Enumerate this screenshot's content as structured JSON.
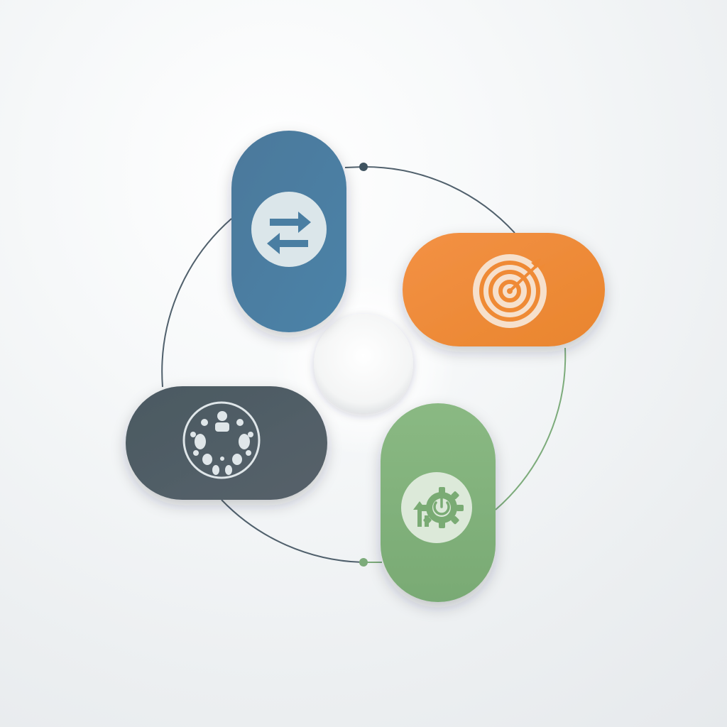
{
  "colors": {
    "background": "#eef1f3",
    "ring": "#5c6f7c",
    "ring_green": "#7cab7a",
    "blue": "#4a7ea2",
    "orange": "#ef8a35",
    "slate": "#4f5b64",
    "green": "#7aab74",
    "center": "#f8f8f8",
    "icon_disc": "#dfe7ea"
  },
  "nodes": [
    {
      "id": "blue",
      "icon": "exchange-arrows-icon"
    },
    {
      "id": "orange",
      "icon": "target-icon"
    },
    {
      "id": "green",
      "icon": "gear-power-growth-icon"
    },
    {
      "id": "slate",
      "icon": "team-circle-icon"
    }
  ]
}
